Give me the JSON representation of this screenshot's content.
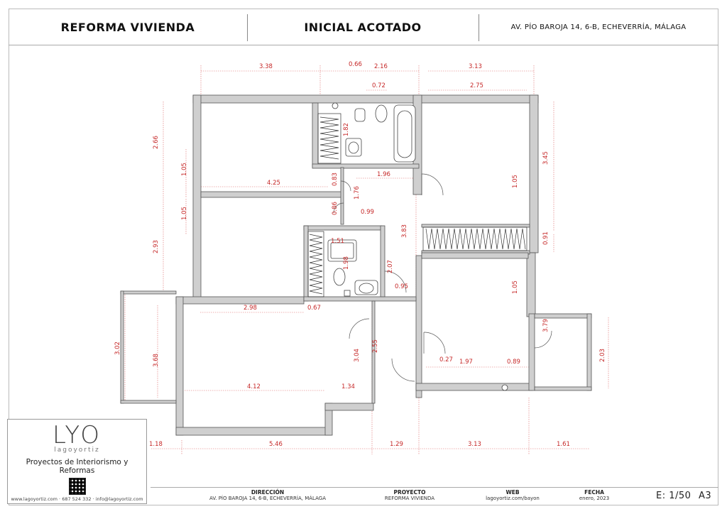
{
  "header": {
    "title": "REFORMA VIVIENDA",
    "phase": "INICIAL ACOTADO",
    "address": "AV. PÍO BAROJA 14, 6-B, ECHEVERRÍA, MÁLAGA"
  },
  "dimensions": {
    "top_1": "3.38",
    "top_2": "0.66",
    "top_3": "2.16",
    "top_4": "3.13",
    "top_5": "0.72",
    "top_6": "2.75",
    "left_1": "2.66",
    "left_2": "1.05",
    "left_3": "1.05",
    "left_4": "2.93",
    "left_5": "3.02",
    "left_6": "3.68",
    "right_1": "3.45",
    "right_2": "0.91",
    "right_3": "3.79",
    "right_4": "2.03",
    "in_1": "1.82",
    "in_2": "4.25",
    "in_3": "0.83",
    "in_4": "1.96",
    "in_5": "1.76",
    "in_6": "1.05",
    "in_7": "0.86",
    "in_8": "0.99",
    "in_9": "1.51",
    "in_10": "3.83",
    "in_11": "1.98",
    "in_12": "2.07",
    "in_13": "0.95",
    "in_14": "1.05",
    "in_15": "2.98",
    "in_16": "0.67",
    "in_17": "3.04",
    "in_18": "2.55",
    "in_19": "0.27",
    "in_20": "1.97",
    "in_21": "0.89",
    "in_22": "4.12",
    "in_23": "1.34",
    "bot_1": "1.18",
    "bot_2": "5.46",
    "bot_3": "1.29",
    "bot_4": "3.13",
    "bot_5": "1.61"
  },
  "logo": {
    "mark": "LYO",
    "name": "lagoyortiz",
    "tagline": "Proyectos de Interiorismo y Reformas",
    "contact": "www.lagoyortiz.com · 687 524 332 · info@lagoyortiz.com"
  },
  "footer": {
    "address_label": "DIRECCIÓN",
    "address_value": "AV. PÍO BAROJA 14, 6-B, ECHEVERRÍA, MÁLAGA",
    "project_label": "PROYECTO",
    "project_value": "REFORMA VIVIENDA",
    "web_label": "WEB",
    "web_value": "lagoyortiz.com/bayon",
    "date_label": "FECHA",
    "date_value": "enero, 2023",
    "scale": "E: 1/50",
    "sheet": "A3"
  }
}
